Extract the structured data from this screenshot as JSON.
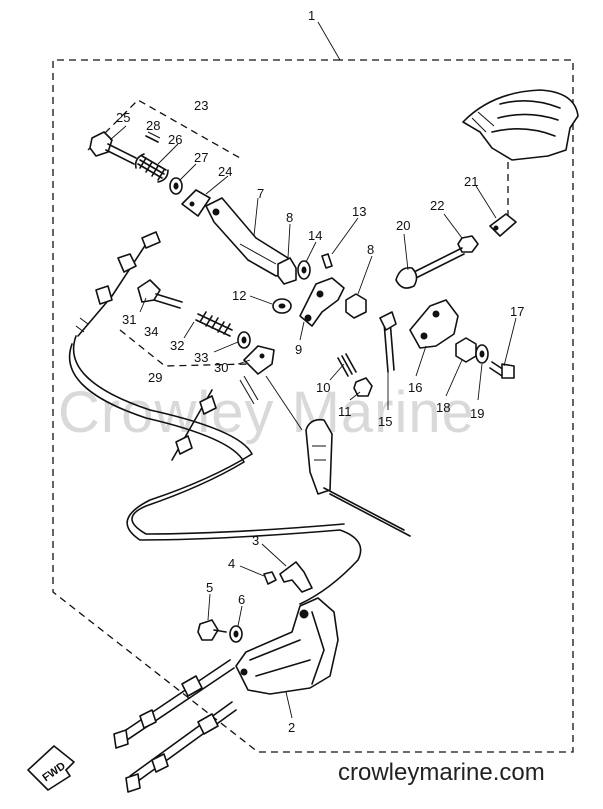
{
  "watermark": "Crowley Marine",
  "website": "crowleymarine.com",
  "direction_label": "FWD",
  "callouts": {
    "c1": "1",
    "c2": "2",
    "c3": "3",
    "c4": "4",
    "c5": "5",
    "c6": "6",
    "c7": "7",
    "c8a": "8",
    "c8b": "8",
    "c9": "9",
    "c10": "10",
    "c11": "11",
    "c12": "12",
    "c13": "13",
    "c14": "14",
    "c15": "15",
    "c16": "16",
    "c17": "17",
    "c18": "18",
    "c19": "19",
    "c20": "20",
    "c21": "21",
    "c22": "22",
    "c23": "23",
    "c24": "24",
    "c25": "25",
    "c26": "26",
    "c27": "27",
    "c28": "28",
    "c29": "29",
    "c30": "30",
    "c31": "31",
    "c32": "32",
    "c33": "33",
    "c34": "34"
  }
}
